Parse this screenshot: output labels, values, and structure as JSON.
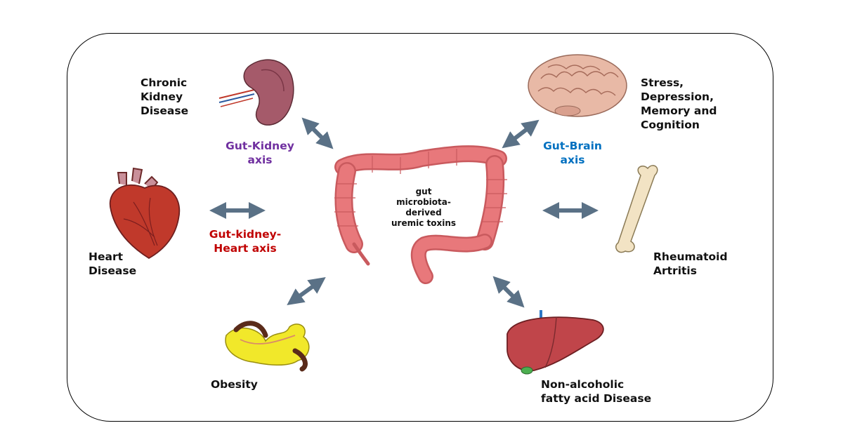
{
  "diagram": {
    "center": {
      "line1": "gut",
      "line2": "microbiota-",
      "line3": "derived",
      "line4": "uremic toxins"
    },
    "nodes": {
      "kidney": {
        "line1": "Chronic",
        "line2": "Kidney",
        "line3": "Disease",
        "icon": "kidney-icon"
      },
      "brain": {
        "line1": "Stress,",
        "line2": "Depression,",
        "line3": "Memory and",
        "line4": "Cognition",
        "icon": "brain-icon"
      },
      "heart": {
        "line1": "Heart",
        "line2": "Disease",
        "icon": "heart-icon"
      },
      "bone": {
        "line1": "Rheumatoid",
        "line2": "Artritis",
        "icon": "bone-icon"
      },
      "obesity": {
        "line1": "Obesity",
        "icon": "pancreas-fat-icon"
      },
      "liver": {
        "line1": "Non-alcoholic",
        "line2": "fatty acid Disease",
        "icon": "liver-icon"
      }
    },
    "axes": {
      "gut_kidney": {
        "line1": "Gut-Kidney",
        "line2": "axis",
        "color": "#7030a0"
      },
      "gut_brain": {
        "line1": "Gut-Brain",
        "line2": "axis",
        "color": "#0070c0"
      },
      "gut_kidney_heart": {
        "line1": "Gut-kidney-",
        "line2": "Heart axis",
        "color": "#c00000"
      }
    },
    "colors": {
      "arrow": "#5a7186",
      "intestine": "#e8787b",
      "frame": "#000000"
    }
  }
}
